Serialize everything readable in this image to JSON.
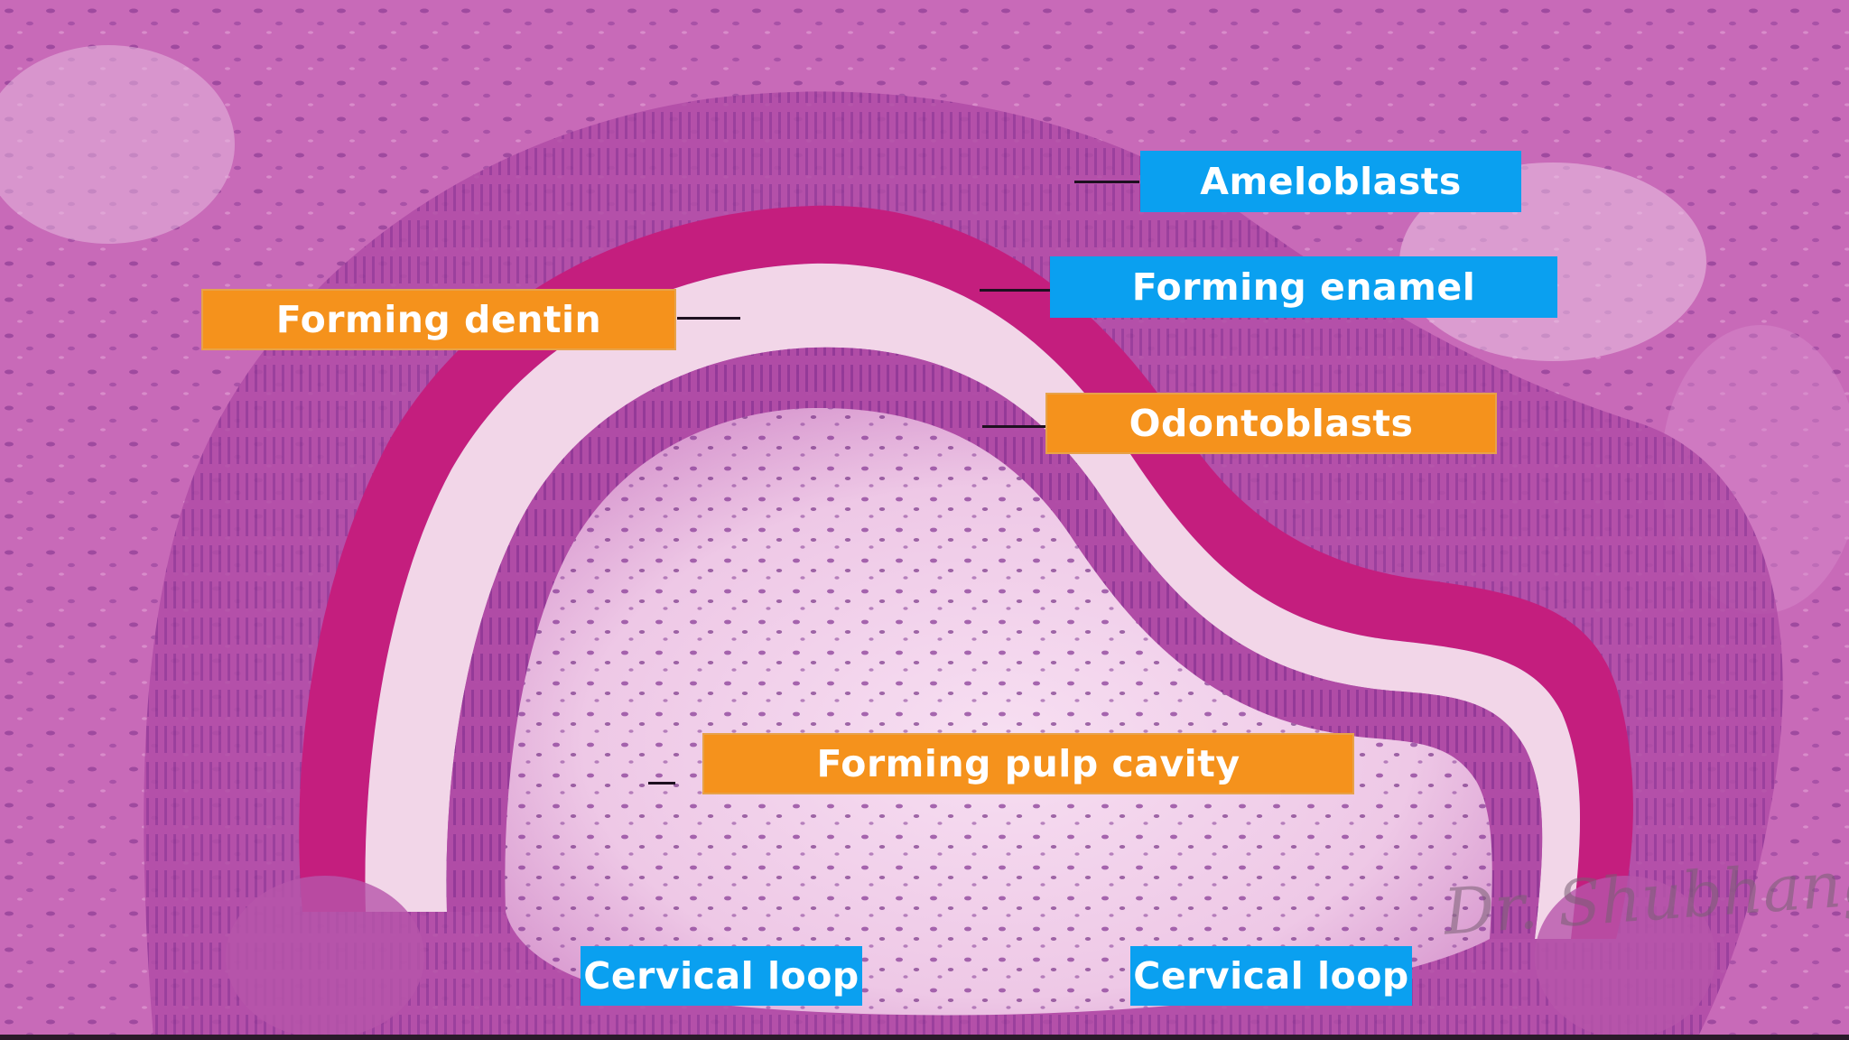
{
  "image": {
    "subject": "tooth-germ-histology-micrograph",
    "stain_colors": {
      "background_tissue": "#c667b6",
      "enamel_band": "#c41e7e",
      "dentin_zone": "#f2d6e8",
      "pulp": "#f6dcf0",
      "cell_nuclei": "#7a3a8a"
    }
  },
  "labels": {
    "ameloblasts": "Ameloblasts",
    "forming_enamel": "Forming enamel",
    "forming_dentin": "Forming dentin",
    "odontoblasts": "Odontoblasts",
    "forming_pulp_cavity": "Forming pulp cavity",
    "cervical_loop_left": "Cervical loop",
    "cervical_loop_right": "Cervical loop"
  },
  "label_colors": {
    "blue": "#0aa0f0",
    "orange": "#f5921c",
    "text": "#ffffff"
  },
  "watermark": "Dr. Shubhangi"
}
